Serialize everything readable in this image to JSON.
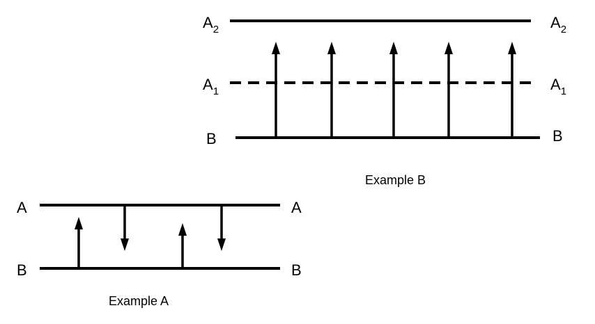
{
  "example_b": {
    "caption": "Example B",
    "levels": {
      "a2": {
        "base": "A",
        "sub": "2"
      },
      "a1": {
        "base": "A",
        "sub": "1"
      },
      "b": {
        "base": "B"
      }
    },
    "arrow_count": 5,
    "arrow_direction": "up"
  },
  "example_a": {
    "caption": "Example A",
    "levels": {
      "a": {
        "base": "A"
      },
      "b": {
        "base": "B"
      }
    },
    "arrow_directions": [
      "up",
      "down",
      "up",
      "down"
    ]
  }
}
